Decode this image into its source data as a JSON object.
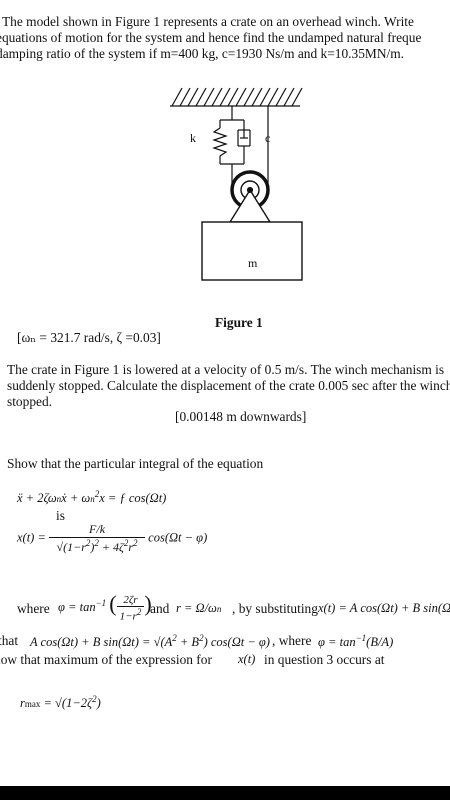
{
  "problem1": {
    "line1": "The model shown in Figure 1 represents a crate on an overhead winch. Write",
    "line2": "equations of motion for the system and hence find the undamped natural freque",
    "line3": "damping ratio of the system if m=400 kg, c=1930 Ns/m and k=10.35MN/m."
  },
  "figure": {
    "spring_label": "k",
    "damper_label": "c",
    "mass_label": "m",
    "caption": "Figure 1"
  },
  "answer1": "[ωₙ = 321.7 rad/s, ζ =0.03]",
  "problem2": {
    "line1": "The crate in Figure 1 is lowered at a velocity of 0.5 m/s. The winch mechanism is",
    "line2": "suddenly stopped. Calculate the displacement of the crate 0.005 sec after the winch",
    "line3": "stopped."
  },
  "answer2": "[0.00148 m downwards]",
  "problem3": {
    "intro": "Show that the particular integral of the equation",
    "is": "is",
    "where_word": "where",
    "and_word": "and",
    "by_substituting": ", by substituting",
    "line_that": "that",
    "where_phi": ", where",
    "line_show_max": "how that maximum of the expression for",
    "occurs_at": "in question 3 occurs at"
  }
}
